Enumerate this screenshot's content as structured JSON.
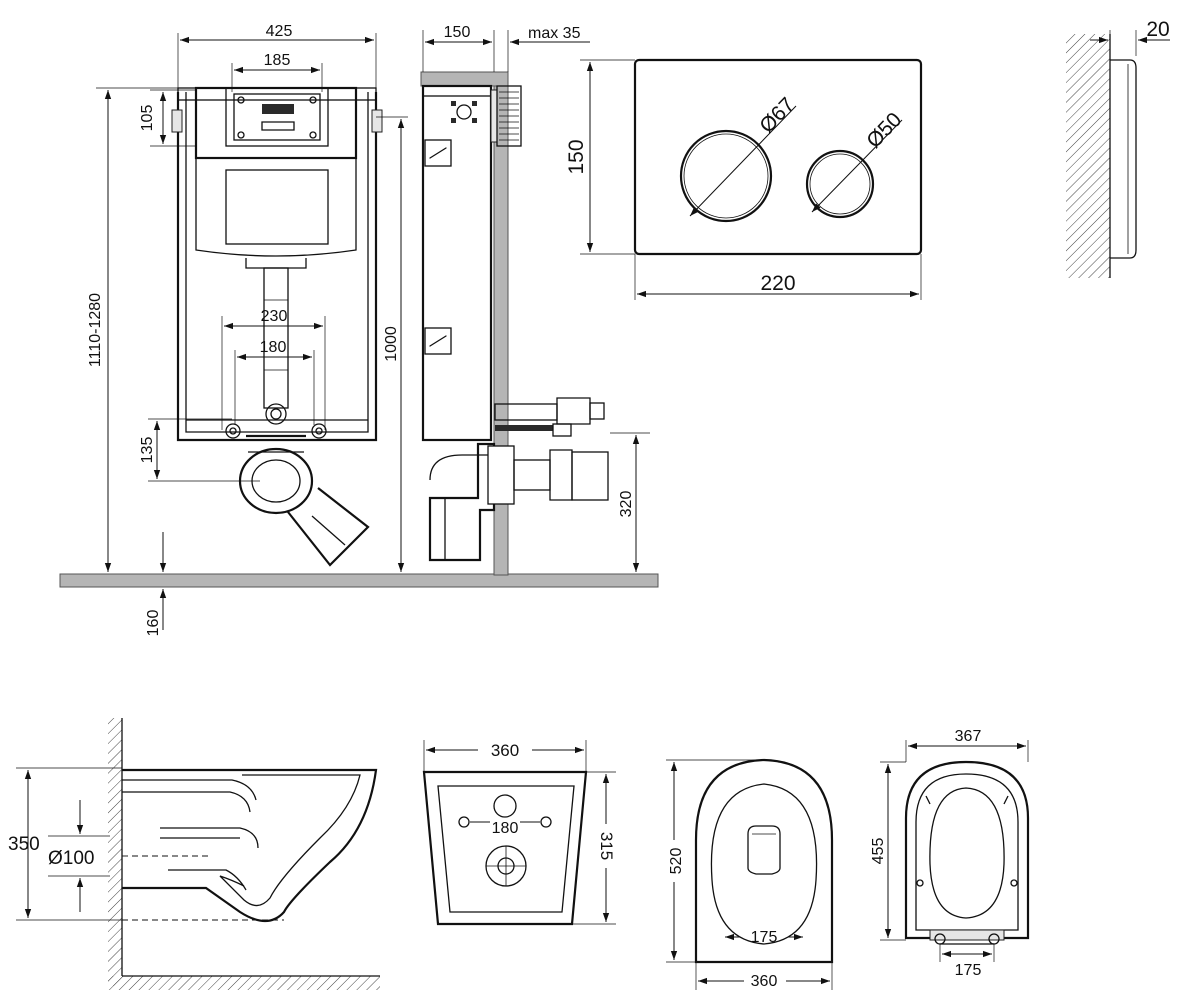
{
  "frame": {
    "width": "425",
    "top_opening": "185",
    "top_offset": "105",
    "install_height": "1110-1280",
    "bracket_spacing": "230",
    "pipe_spacing": "180",
    "drain_offset": "135",
    "floor_offset": "160"
  },
  "side": {
    "depth": "150",
    "wall": "max 35",
    "height": "1000",
    "outlet_height": "320"
  },
  "flush_plate": {
    "height": "150",
    "width": "220",
    "big_button": "Ø67",
    "small_button": "Ø50",
    "thickness": "20"
  },
  "toilet": {
    "height": "350",
    "outlet": "Ø100",
    "back_width": "360",
    "back_height": "315",
    "bolt_spacing": "180",
    "bowl_length": "520",
    "bowl_width": "360",
    "bowl_bolts": "175",
    "seat_width": "367",
    "seat_length": "455",
    "seat_bolts": "175"
  }
}
